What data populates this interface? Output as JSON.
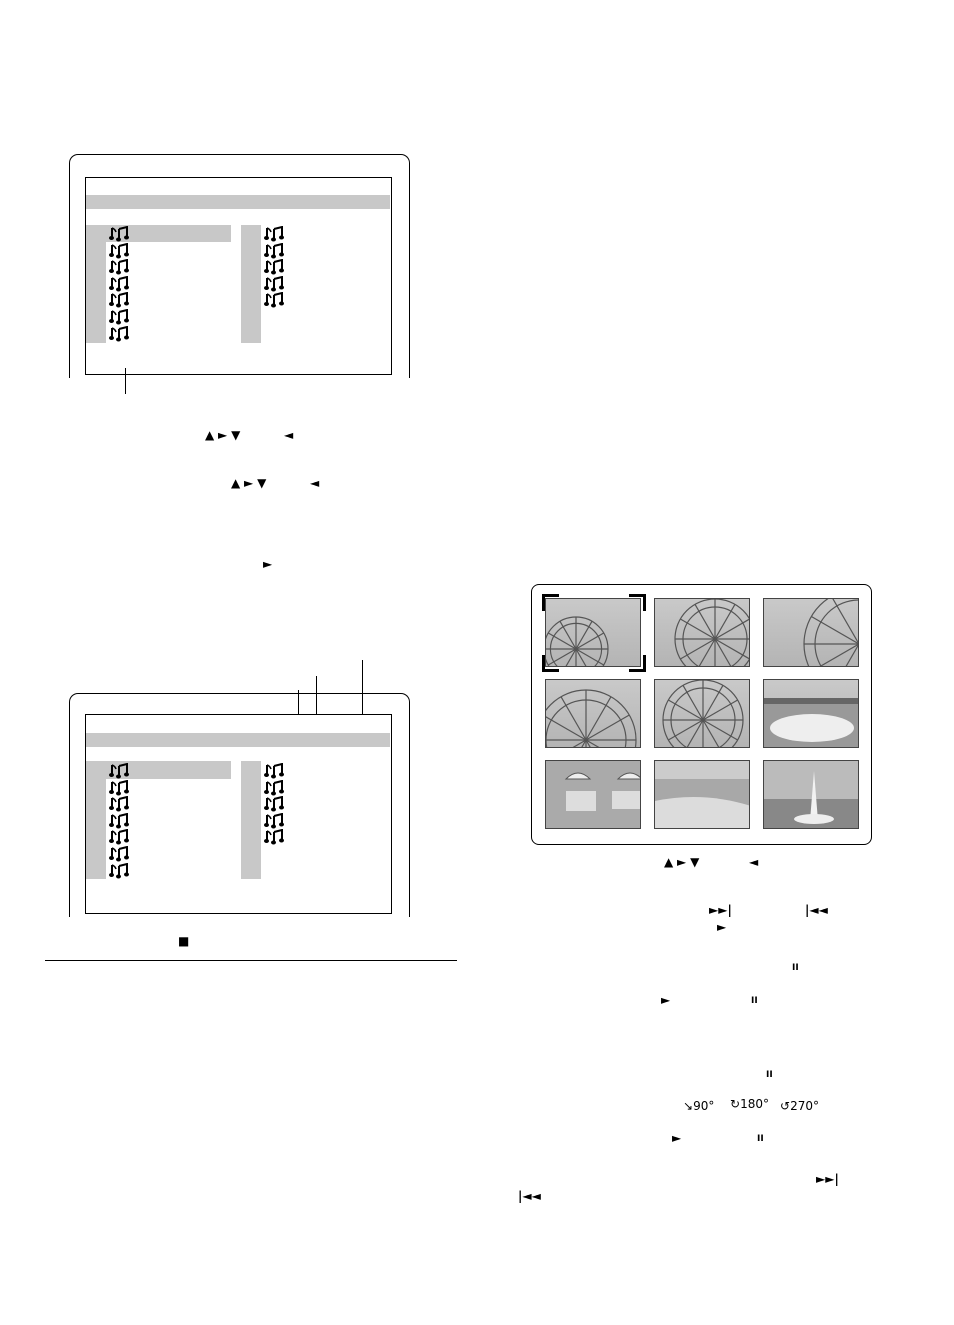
{
  "nav_arrows": "▲ ► ▼",
  "left_arrow": "◄",
  "play_symbol": "►",
  "stop_symbol": "■",
  "next_symbol": "►►|",
  "prev_symbol": "|◄◄",
  "pause_symbol": "II",
  "rotate_90": "90°",
  "rotate_180": "180°",
  "rotate_270": "270°",
  "music_note_icon": "music-note-icon",
  "screen1": {
    "left_column_tracks": 7,
    "right_column_tracks": 5
  },
  "screen2": {
    "left_column_tracks": 7,
    "right_column_tracks": 5
  },
  "thumbnail_grid": {
    "rows": 3,
    "columns": 3,
    "selected_index": 0
  }
}
